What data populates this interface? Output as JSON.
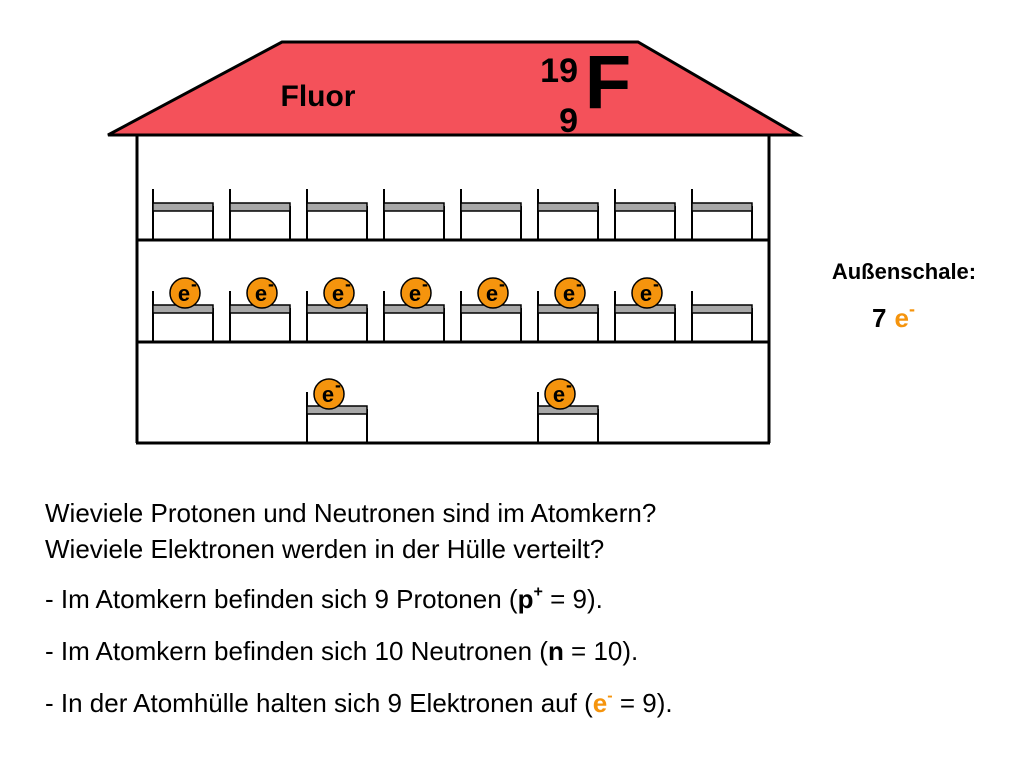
{
  "element": {
    "name": "Fluor",
    "mass_number": "19",
    "atomic_number": "9",
    "symbol": "F"
  },
  "shells": {
    "top_beds": 8,
    "middle_beds": 8,
    "middle_electrons": 7,
    "bottom_beds": 2,
    "bottom_electrons": 2,
    "electron_label": "e",
    "electron_charge": "-"
  },
  "outer_shell": {
    "title": "Außenschale:",
    "count": "7",
    "electron_label": "e",
    "electron_charge": "-"
  },
  "questions": {
    "q1": "Wieviele Protonen und Neutronen sind im Atomkern?",
    "q2": "Wieviele Elektronen werden in der Hülle verteilt?",
    "a1_prefix": "- Im Atomkern befinden sich 9 Protonen (",
    "a1_symbol": "p",
    "a1_charge": "+",
    "a1_suffix": " = 9).",
    "a2_prefix": "- Im Atomkern befinden sich 10 Neutronen (",
    "a2_symbol": "n",
    "a2_suffix": " = 10).",
    "a3_prefix": "- In der Atomhülle halten sich 9 Elektronen auf (",
    "a3_symbol": "e",
    "a3_charge": "-",
    "a3_suffix": " = 9)."
  },
  "colors": {
    "roof": "#f4515a",
    "electron": "#f5940d",
    "bed": "#a8a8a8"
  }
}
